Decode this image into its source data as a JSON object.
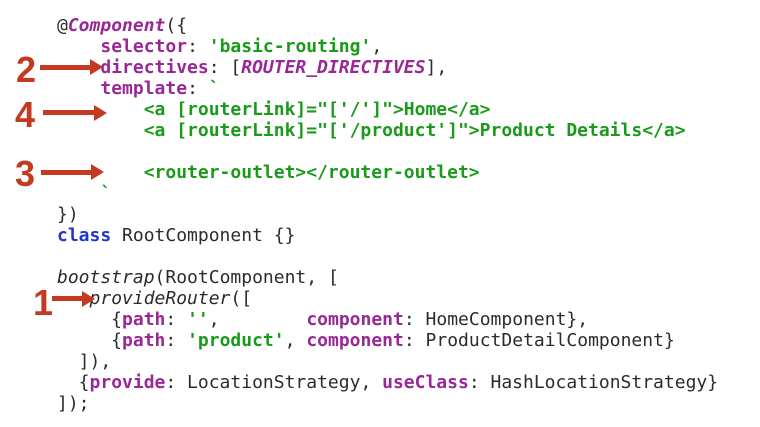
{
  "colors": {
    "background": "#ffffff",
    "code_text": "#2b2b2b",
    "keyword_purple": "#992896",
    "class_keyword_blue": "#2036c8",
    "string_green": "#1a9a1a",
    "annotation_red": "#c23a21"
  },
  "code": {
    "language": "typescript",
    "lines": [
      [
        [
          "plain",
          "@"
        ],
        [
          "dec",
          "Component"
        ],
        [
          "plain",
          "({"
        ]
      ],
      [
        [
          "plain",
          "    "
        ],
        [
          "kw",
          "selector"
        ],
        [
          "plain",
          ": "
        ],
        [
          "str",
          "'basic-routing'"
        ],
        [
          "plain",
          ","
        ]
      ],
      [
        [
          "plain",
          "    "
        ],
        [
          "kw",
          "directives"
        ],
        [
          "plain",
          ": ["
        ],
        [
          "const",
          "ROUTER_DIRECTIVES"
        ],
        [
          "plain",
          "],"
        ]
      ],
      [
        [
          "plain",
          "    "
        ],
        [
          "kw",
          "template"
        ],
        [
          "plain",
          ": "
        ],
        [
          "str",
          "`"
        ]
      ],
      [
        [
          "str",
          "        <a [routerLink]=\"['/']\">Home</a>"
        ]
      ],
      [
        [
          "str",
          "        <a [routerLink]=\"['/product']\">Product Details</a>"
        ]
      ],
      [],
      [
        [
          "str",
          "        <router-outlet></router-outlet>"
        ]
      ],
      [
        [
          "str",
          "    `"
        ]
      ],
      [
        [
          "plain",
          "})"
        ]
      ],
      [
        [
          "kwb",
          "class"
        ],
        [
          "plain",
          " RootComponent {}"
        ]
      ],
      [],
      [
        [
          "fn",
          "bootstrap"
        ],
        [
          "plain",
          "(RootComponent, ["
        ]
      ],
      [
        [
          "plain",
          "   "
        ],
        [
          "fn",
          "provideRouter"
        ],
        [
          "plain",
          "(["
        ]
      ],
      [
        [
          "plain",
          "     {"
        ],
        [
          "kw",
          "path"
        ],
        [
          "plain",
          ": "
        ],
        [
          "str",
          "''"
        ],
        [
          "plain",
          ",        "
        ],
        [
          "kw",
          "component"
        ],
        [
          "plain",
          ": HomeComponent},"
        ]
      ],
      [
        [
          "plain",
          "     {"
        ],
        [
          "kw",
          "path"
        ],
        [
          "plain",
          ": "
        ],
        [
          "str",
          "'product'"
        ],
        [
          "plain",
          ", "
        ],
        [
          "kw",
          "component"
        ],
        [
          "plain",
          ": ProductDetailComponent}"
        ]
      ],
      [
        [
          "plain",
          "  ]),"
        ]
      ],
      [
        [
          "plain",
          "  {"
        ],
        [
          "kw",
          "provide"
        ],
        [
          "plain",
          ": LocationStrategy, "
        ],
        [
          "kw",
          "useClass"
        ],
        [
          "plain",
          ": HashLocationStrategy}"
        ]
      ],
      [
        [
          "plain",
          "]);"
        ]
      ]
    ]
  },
  "annotations": [
    {
      "label": "1",
      "points_to": "provideRouter(["
    },
    {
      "label": "2",
      "points_to": "directives: [ROUTER_DIRECTIVES],"
    },
    {
      "label": "3",
      "points_to": "<router-outlet></router-outlet>"
    },
    {
      "label": "4",
      "points_to": "<a [routerLink]> link lines"
    }
  ]
}
